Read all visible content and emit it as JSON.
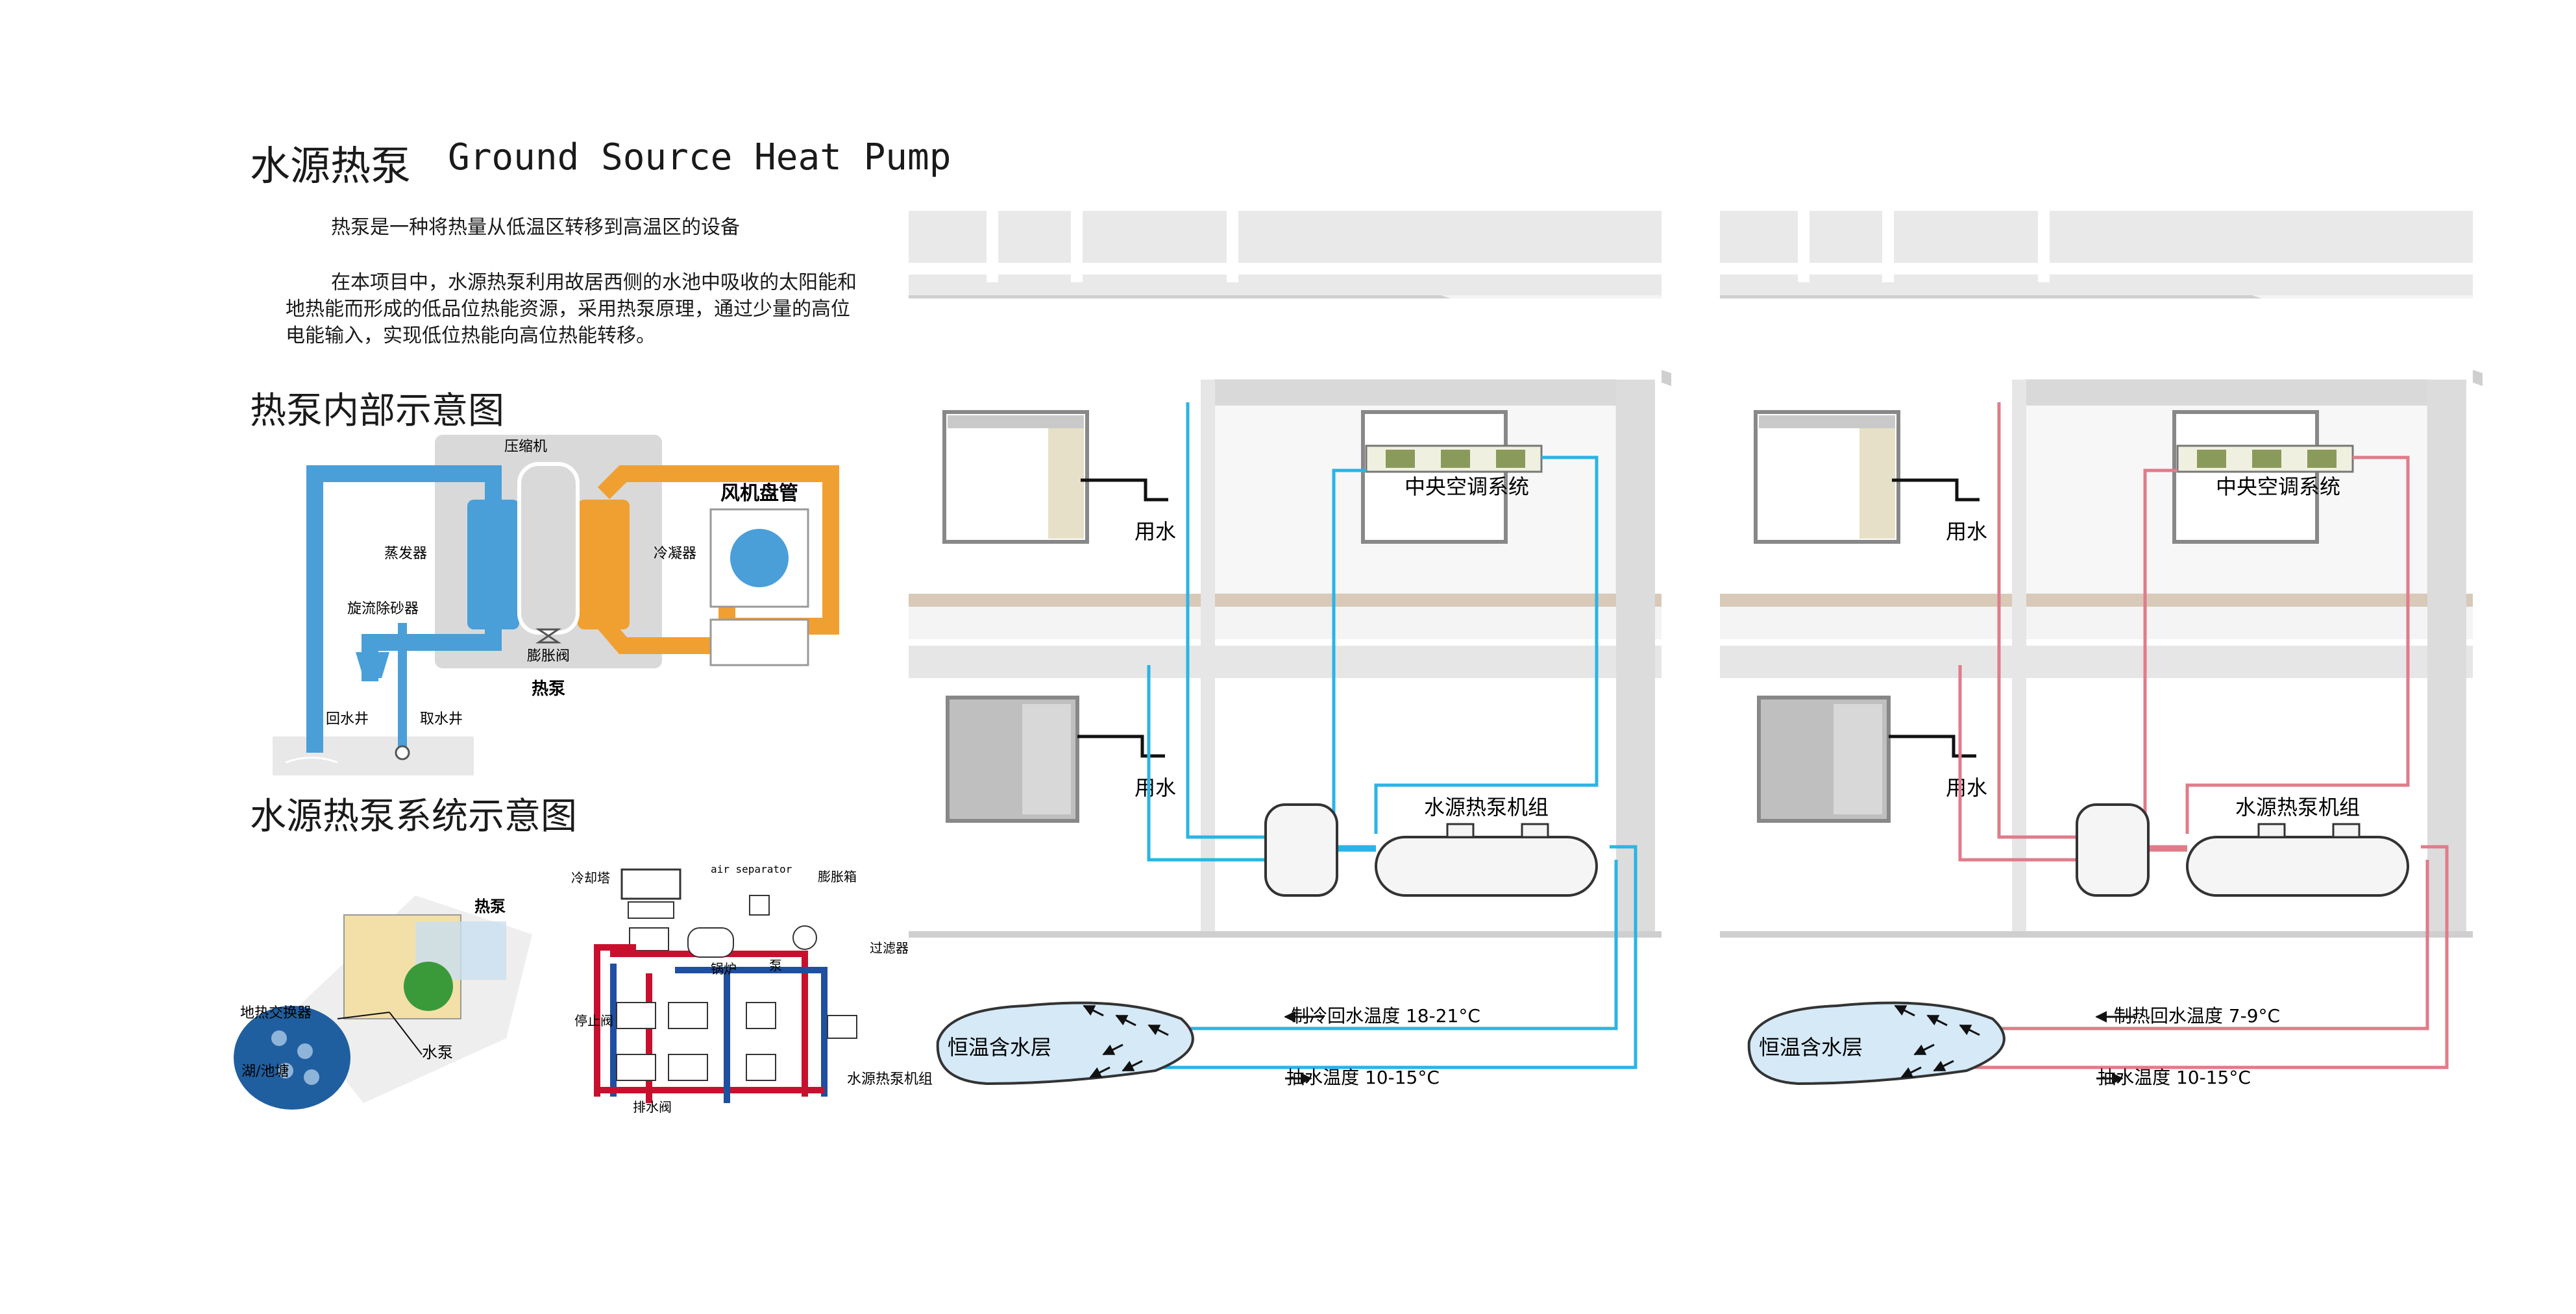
{
  "header": {
    "title_cn": "水源热泵",
    "title_en": "Ground Source Heat Pump"
  },
  "intro": {
    "para1": "热泵是一种将热量从低温区转移到高温区的设备",
    "para2": "在本项目中，水源热泵利用故居西侧的水池中吸收的太阳能和地热能而形成的低品位热能资源，采用热泵原理，通过少量的高位电能输入，实现低位热能向高位热能转移。"
  },
  "sections": {
    "internal": "热泵内部示意图",
    "system": "水源热泵系统示意图"
  },
  "internal_diagram": {
    "compressor": "压缩机",
    "evaporator": "蒸发器",
    "condenser": "冷凝器",
    "fan_coil": "风机盘管",
    "desander": "旋流除砂器",
    "expansion_valve": "膨胀阀",
    "heat_pump": "热泵",
    "return_well": "回水井",
    "intake_well": "取水井",
    "colors": {
      "cold": "#4a9fd8",
      "hot": "#f0a030",
      "box": "#d8d8d8"
    }
  },
  "system_diagram": {
    "heat_pump": "热泵",
    "ground_exchanger": "地热交换器",
    "lake": "湖/池塘",
    "water_pump": "水泵",
    "cooling_tower": "冷却塔",
    "air_separator": "air\nseparator",
    "expansion_tank": "膨胀箱",
    "boiler": "锅炉",
    "pump": "泵",
    "filter": "过滤器",
    "check_valve": "停止阀",
    "drain_valve": "排水阀",
    "unit_group": "水源热泵机组",
    "colors": {
      "supply": "#c8102e",
      "return": "#1f4fa0"
    }
  },
  "buildings": [
    {
      "mode": "cooling",
      "water_use_top": "用水",
      "water_use_bottom": "用水",
      "central_ac": "中央空调系统",
      "unit": "水源热泵机组",
      "aquifer": "恒温含水层",
      "return_temp": "制冷回水温度 18-21°C",
      "pump_temp": "抽水温度 10-15°C",
      "pipe_color": "#2ab4e6"
    },
    {
      "mode": "heating",
      "water_use_top": "用水",
      "water_use_bottom": "用水",
      "central_ac": "中央空调系统",
      "unit": "水源热泵机组",
      "aquifer": "恒温含水层",
      "return_temp": "制热回水温度 7-9°C",
      "pump_temp": "抽水温度 10-15°C",
      "pipe_color": "#e07b8a"
    }
  ]
}
